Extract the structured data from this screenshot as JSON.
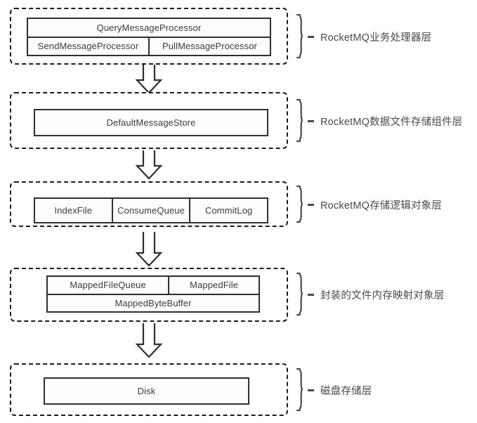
{
  "diagram": {
    "title": "RocketMQ storage architecture layers",
    "colors": {
      "layer_border": "#1c1c1c",
      "box_border": "#2f2f2f",
      "text": "#3c3c3c",
      "label_text": "#4a4a4a",
      "background": "#ffffff"
    },
    "layers": [
      {
        "label": "RocketMQ业务处理器层",
        "rows": [
          {
            "cells": [
              "QueryMessageProcessor"
            ]
          },
          {
            "cells": [
              "SendMessageProcessor",
              "PullMessageProcessor"
            ]
          }
        ]
      },
      {
        "label": "RocketMQ数据文件存储组件层",
        "rows": [
          {
            "cells": [
              "DefaultMessageStore"
            ]
          }
        ]
      },
      {
        "label": "RocketMQ存储逻辑对象层",
        "rows": [
          {
            "cells": [
              "IndexFile",
              "ConsumeQueue",
              "CommitLog"
            ]
          }
        ]
      },
      {
        "label": "封装的文件内存映射对象层",
        "rows": [
          {
            "cells": [
              "MappedFileQueue",
              "MappedFile"
            ]
          },
          {
            "cells": [
              "MappedByteBuffer"
            ]
          }
        ]
      },
      {
        "label": "磁盘存储层",
        "rows": [
          {
            "cells": [
              "Disk"
            ]
          }
        ]
      }
    ],
    "arrows": [
      {
        "name": "arrow-processor-to-store",
        "direction": "down"
      },
      {
        "name": "arrow-store-to-logical",
        "direction": "down"
      },
      {
        "name": "arrow-logical-to-mapped",
        "direction": "down"
      },
      {
        "name": "arrow-mapped-to-disk",
        "direction": "down"
      }
    ]
  }
}
